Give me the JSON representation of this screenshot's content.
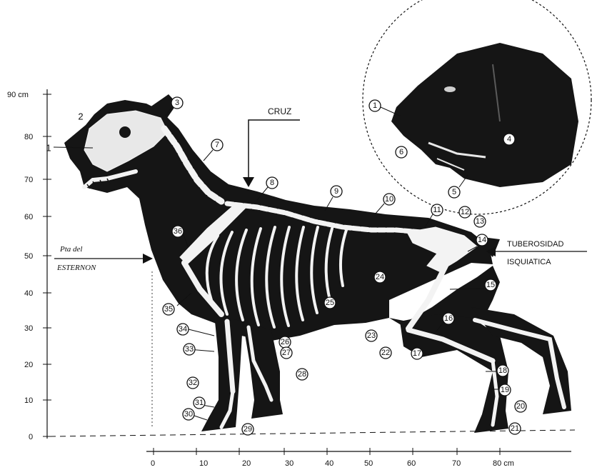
{
  "figure": {
    "y_axis": {
      "ticks": [
        "0",
        "10",
        "20",
        "30",
        "40",
        "50",
        "60",
        "70",
        "80",
        "90 cm"
      ]
    },
    "x_axis": {
      "ticks": [
        "0",
        "10",
        "20",
        "30",
        "40",
        "50",
        "60",
        "70",
        "80 cm"
      ]
    },
    "labels": {
      "cruz": "CRUZ",
      "esternon_line1": "Pta del",
      "esternon_line2": "ESTERNON",
      "tuberosidad_line1": "TUBEROSIDAD",
      "tuberosidad_line2": "ISQUIATICA"
    },
    "callouts": [
      "1",
      "2",
      "3",
      "4",
      "5",
      "6",
      "7",
      "8",
      "9",
      "10",
      "11",
      "12",
      "13",
      "14",
      "15",
      "16",
      "17",
      "18",
      "19",
      "20",
      "21",
      "22",
      "23",
      "24",
      "25",
      "26",
      "27",
      "28",
      "29",
      "30",
      "31",
      "32",
      "33",
      "34",
      "35",
      "36"
    ],
    "inset_callouts": [
      "1",
      "4",
      "5",
      "6"
    ]
  },
  "colors": {
    "ink": "#111111",
    "body": "#151515",
    "bone": "#f3f3f3",
    "paper": "#ffffff"
  }
}
